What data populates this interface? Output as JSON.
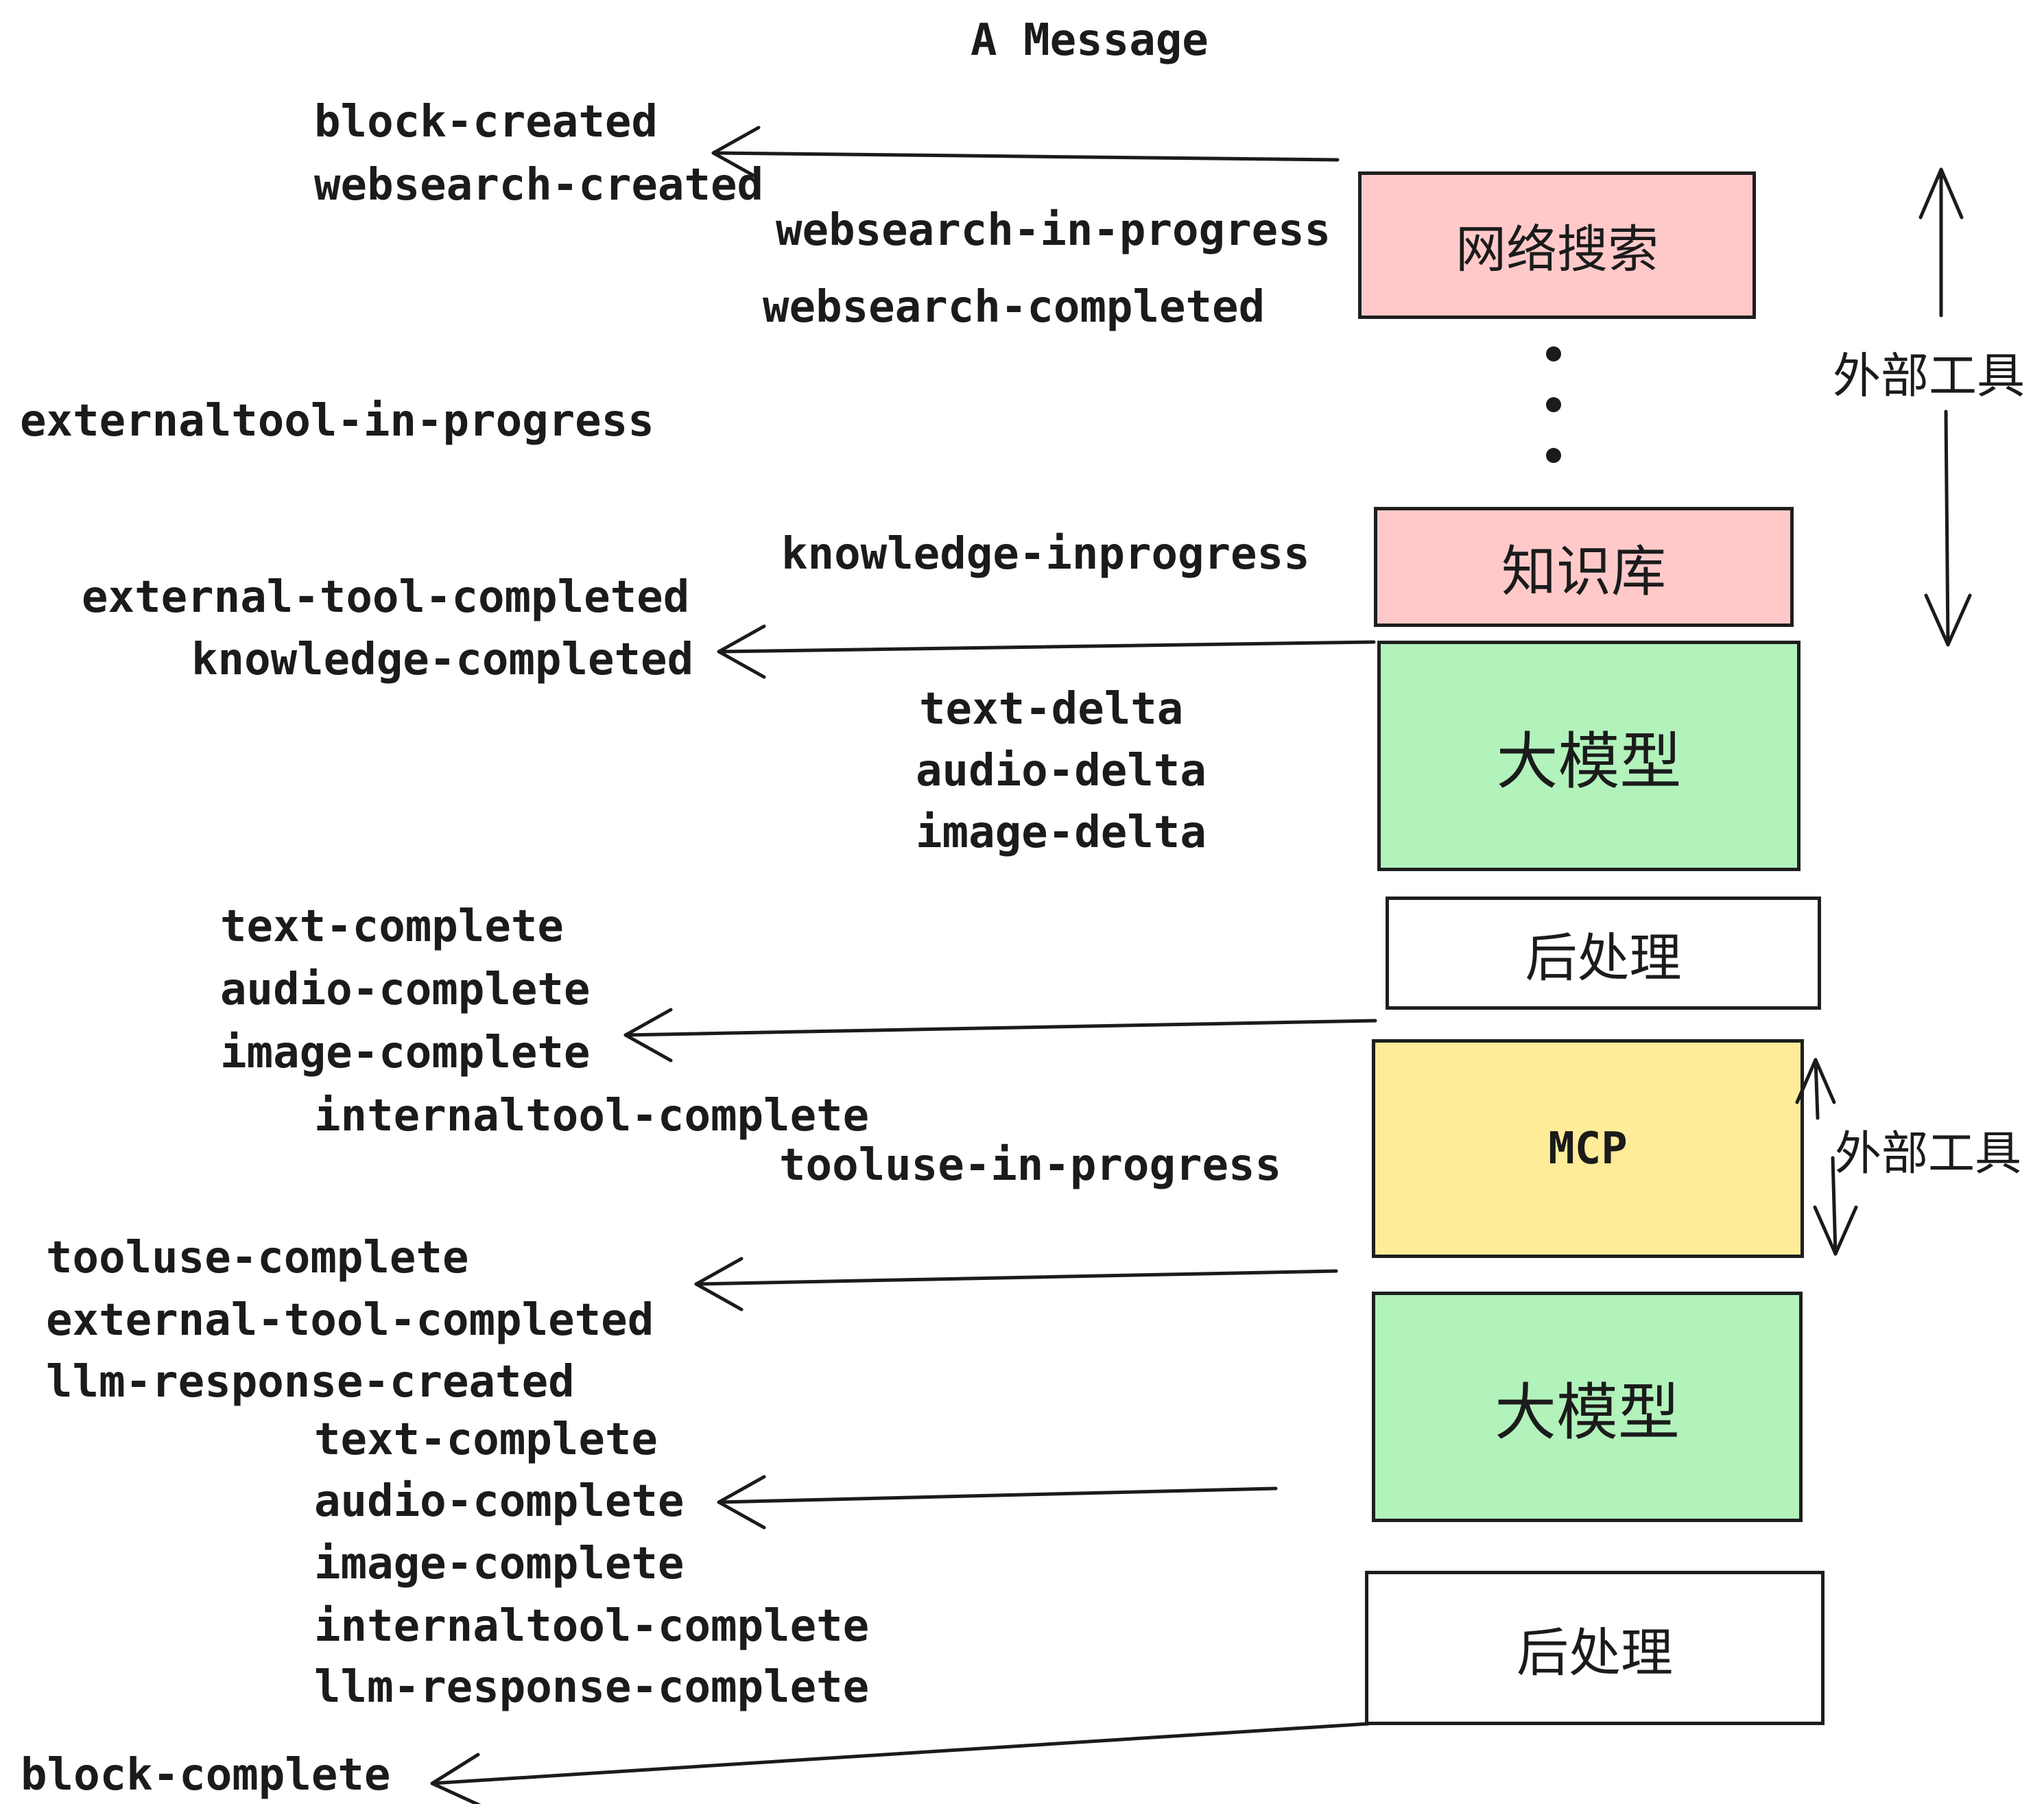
{
  "title": "A Message",
  "colors": {
    "pink": "#ffc9c9",
    "green": "#b2f2bb",
    "yellow": "#ffec99",
    "white": "#ffffff",
    "stroke": "#1b1b1b"
  },
  "boxes": [
    {
      "label": "网络搜索",
      "color": "pink"
    },
    {
      "label": "知识库",
      "color": "pink"
    },
    {
      "label": "大模型",
      "color": "green"
    },
    {
      "label": "后处理",
      "color": "white"
    },
    {
      "label": "MCP",
      "color": "yellow"
    },
    {
      "label": "大模型",
      "color": "green"
    },
    {
      "label": "后处理",
      "color": "white"
    }
  ],
  "side_labels": {
    "external_tool_top": "外部工具",
    "external_tool_mcp": "外部工具"
  },
  "events": [
    "block-created",
    "websearch-created",
    "websearch-in-progress",
    "websearch-completed",
    "externaltool-in-progress",
    "knowledge-inprogress",
    "external-tool-completed",
    "knowledge-completed",
    "text-delta",
    "audio-delta",
    "image-delta",
    "text-complete",
    "audio-complete",
    "image-complete",
    "internaltool-complete",
    "tooluse-in-progress",
    "tooluse-complete",
    "external-tool-completed",
    "llm-response-created",
    "text-complete",
    "audio-complete",
    "image-complete",
    "internaltool-complete",
    "llm-response-complete",
    "block-complete"
  ]
}
